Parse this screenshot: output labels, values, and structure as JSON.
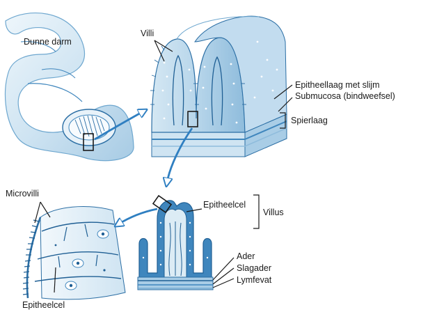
{
  "labels": {
    "small_intestine": "Dunne darm",
    "villi": "Villi",
    "epithelial_layer": "Epitheellaag met slijm",
    "submucosa": "Submucosa (bindweefsel)",
    "muscle_layer": "Spierlaag",
    "microvilli": "Microvilli",
    "epithelial_cell_top": "Epitheelcel",
    "villus": "Villus",
    "vein": "Ader",
    "artery": "Slagader",
    "lymph_vessel": "Lymfevat",
    "epithelial_cell_bottom": "Epitheelcel"
  },
  "colors": {
    "tissue_light": "#dcecf5",
    "tissue_mid": "#a9cde6",
    "tissue_dark": "#3f86bd",
    "outline": "#2b6ea4",
    "accent_blue": "#2f7fc1",
    "label_line": "#1a1a1a"
  }
}
